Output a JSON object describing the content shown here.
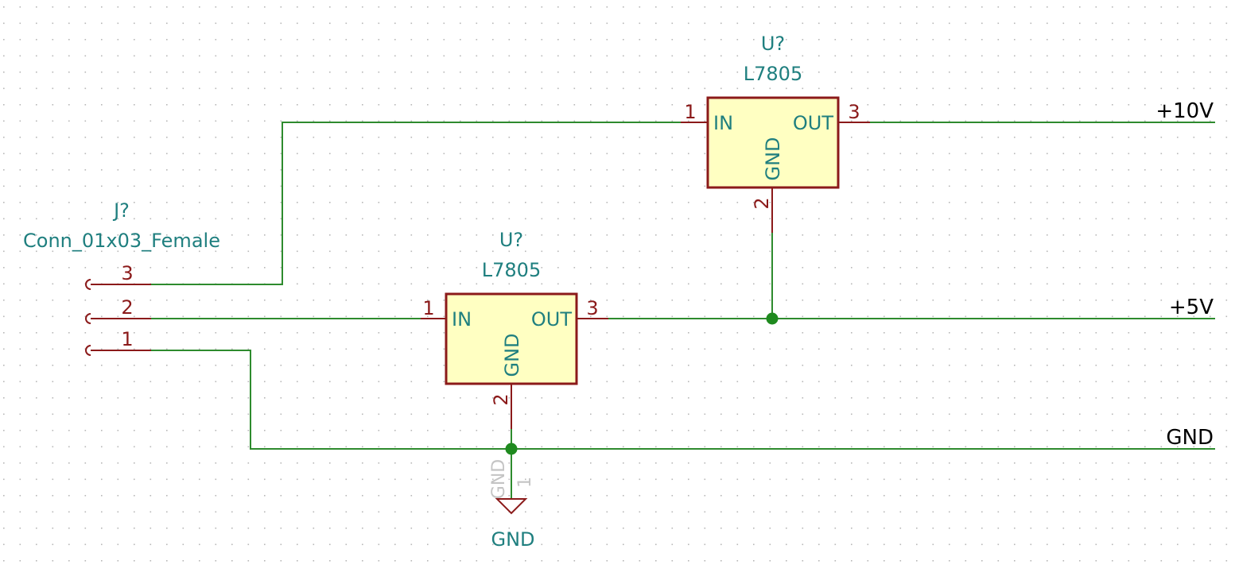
{
  "regulator_top": {
    "ref": "U?",
    "value": "L7805",
    "pin_in_label": "IN",
    "pin_out_label": "OUT",
    "pin_gnd_label": "GND",
    "pin_in_num": "1",
    "pin_out_num": "3",
    "pin_gnd_num": "2"
  },
  "regulator_bottom": {
    "ref": "U?",
    "value": "L7805",
    "pin_in_label": "IN",
    "pin_out_label": "OUT",
    "pin_gnd_label": "GND",
    "pin_in_num": "1",
    "pin_out_num": "3",
    "pin_gnd_num": "2"
  },
  "connector": {
    "ref": "J?",
    "value": "Conn_01x03_Female",
    "pin_nums": [
      "3",
      "2",
      "1"
    ]
  },
  "net_labels": {
    "plus10v": "+10V",
    "plus5v": "+5V",
    "gnd": "GND"
  },
  "gnd_symbol": {
    "value": "GND",
    "hidden_pin_name": "GND",
    "hidden_pin_num": "1"
  },
  "colors": {
    "wire": "#2e8b2e",
    "pin": "#8b1a1a",
    "component_fill": "#ffffc2",
    "text_teal": "#1f7f7f",
    "junction": "#1f8a1f",
    "grid_dot": "#b8b8b8"
  }
}
